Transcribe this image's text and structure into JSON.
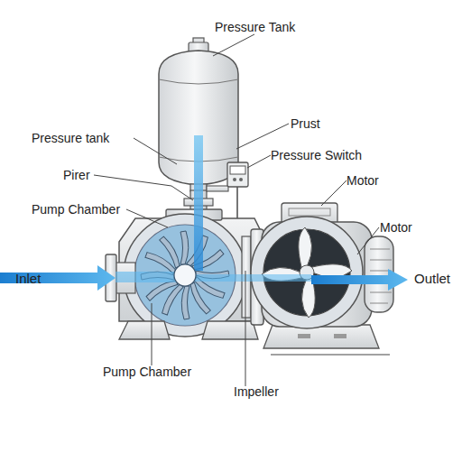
{
  "diagram": {
    "labels": [
      "Pressure Tank",
      "Prust",
      "Pressure tank",
      "Pressure Switch",
      "Pirer",
      "Motor",
      "Pump Chamber",
      "Motor",
      "Inlet",
      "Outlet",
      "Pump Chamber",
      "Impeller"
    ]
  }
}
